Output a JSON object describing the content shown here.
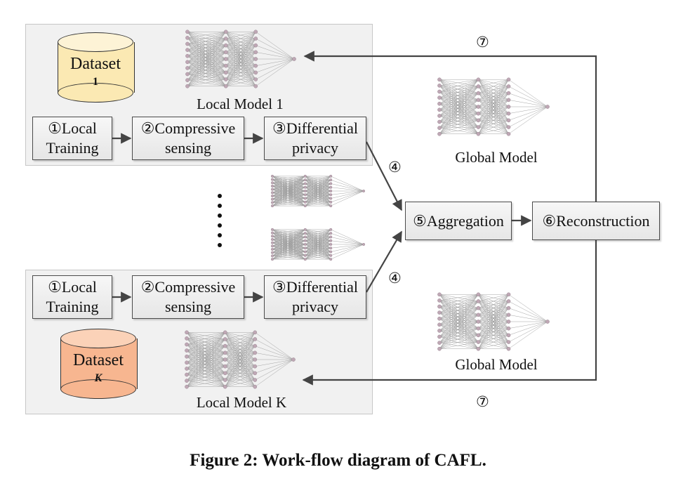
{
  "diagram": {
    "top_panel": {
      "dataset": {
        "line1": "Dataset",
        "line2": "1"
      },
      "model_label": "Local Model 1",
      "steps": [
        {
          "line1": "①Local",
          "line2": "Training"
        },
        {
          "line1": "②Compressive",
          "line2": "sensing"
        },
        {
          "line1": "③Differential",
          "line2": "privacy"
        }
      ]
    },
    "bottom_panel": {
      "dataset": {
        "line1": "Dataset",
        "line2": "K"
      },
      "model_label": "Local Model K",
      "steps": [
        {
          "line1": "①Local",
          "line2": "Training"
        },
        {
          "line1": "②Compressive",
          "line2": "sensing"
        },
        {
          "line1": "③Differential",
          "line2": "privacy"
        }
      ]
    },
    "aggregation": "⑤Aggregation",
    "reconstruction": "⑥Reconstruction",
    "global_model_top": "Global Model",
    "global_model_bottom": "Global Model",
    "step4_top": "④",
    "step4_bottom": "④",
    "step7_top": "⑦",
    "step7_bottom": "⑦",
    "colors": {
      "dataset_1_fill": "#fbe9b3",
      "dataset_k_fill": "#f7b690",
      "node": "#bfa8b5",
      "edge": "#9a9a9a",
      "arrow": "#444444"
    }
  },
  "caption": "Figure 2: Work-flow diagram of CAFL."
}
